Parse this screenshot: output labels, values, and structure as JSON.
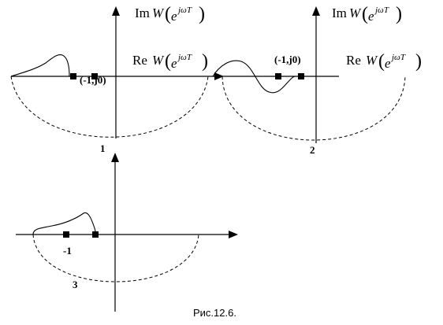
{
  "panels": [
    {
      "number": "1",
      "im_label": {
        "prefix": "Im",
        "func": "W",
        "exp": "jωT"
      },
      "re_label": {
        "prefix": "Re",
        "func": "W",
        "exp": "jωT"
      },
      "point_label": "(-1,j0)"
    },
    {
      "number": "2",
      "im_label": {
        "prefix": "Im",
        "func": "W",
        "exp": "jωT"
      },
      "re_label": {
        "prefix": "Re",
        "func": "W",
        "exp": "jωT"
      },
      "point_label": "(-1,j0)"
    },
    {
      "number": "3",
      "point_label": "-1"
    }
  ],
  "caption": "Рис.12.6."
}
